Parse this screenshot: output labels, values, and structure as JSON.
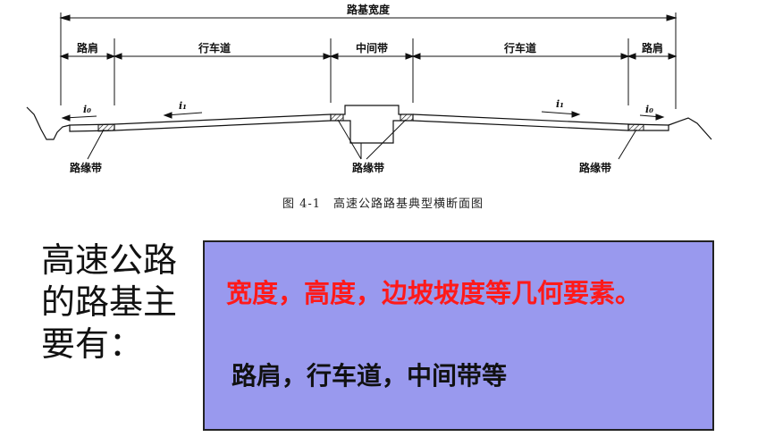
{
  "diagram": {
    "labels": {
      "subgrade_width": "路基宽度",
      "shoulder_left": "路肩",
      "lane_left": "行车道",
      "median": "中间带",
      "lane_right": "行车道",
      "shoulder_right": "路肩",
      "edge_strip_left": "路缘带",
      "edge_strip_center": "路缘带",
      "edge_strip_right": "路缘带",
      "slope_i0_left": "i₀",
      "slope_i1_left": "i₁",
      "slope_i1_right": "i₁",
      "slope_i0_right": "i₀"
    },
    "caption": "图 4-1　高速公路路基典型横断面图"
  },
  "left_text": "高速公路的路基主要有：",
  "box": {
    "red_text": "宽度，高度，边坡坡度等几何要素。",
    "black_text": "路肩，行车道，中间带等",
    "background": "#9999ee",
    "red_color": "#ff1a1a"
  }
}
